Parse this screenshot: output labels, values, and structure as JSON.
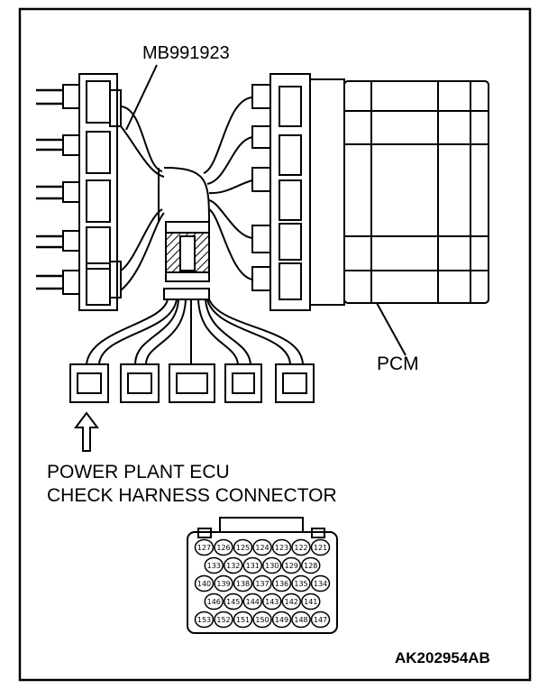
{
  "labels": {
    "tool": "MB991923",
    "pcm": "PCM",
    "connector_line1": "POWER PLANT ECU",
    "connector_line2": "CHECK HARNESS CONNECTOR",
    "ref": "AK202954AB"
  },
  "pin_rows": [
    [
      "127",
      "126",
      "125",
      "124",
      "123",
      "122",
      "121"
    ],
    [
      "133",
      "132",
      "131",
      "130",
      "129",
      "128"
    ],
    [
      "140",
      "139",
      "138",
      "137",
      "136",
      "135",
      "134"
    ],
    [
      "146",
      "145",
      "144",
      "143",
      "142",
      "141"
    ],
    [
      "153",
      "152",
      "151",
      "150",
      "149",
      "148",
      "147"
    ]
  ],
  "colors": {
    "ink": "#000000",
    "paper": "#ffffff"
  }
}
